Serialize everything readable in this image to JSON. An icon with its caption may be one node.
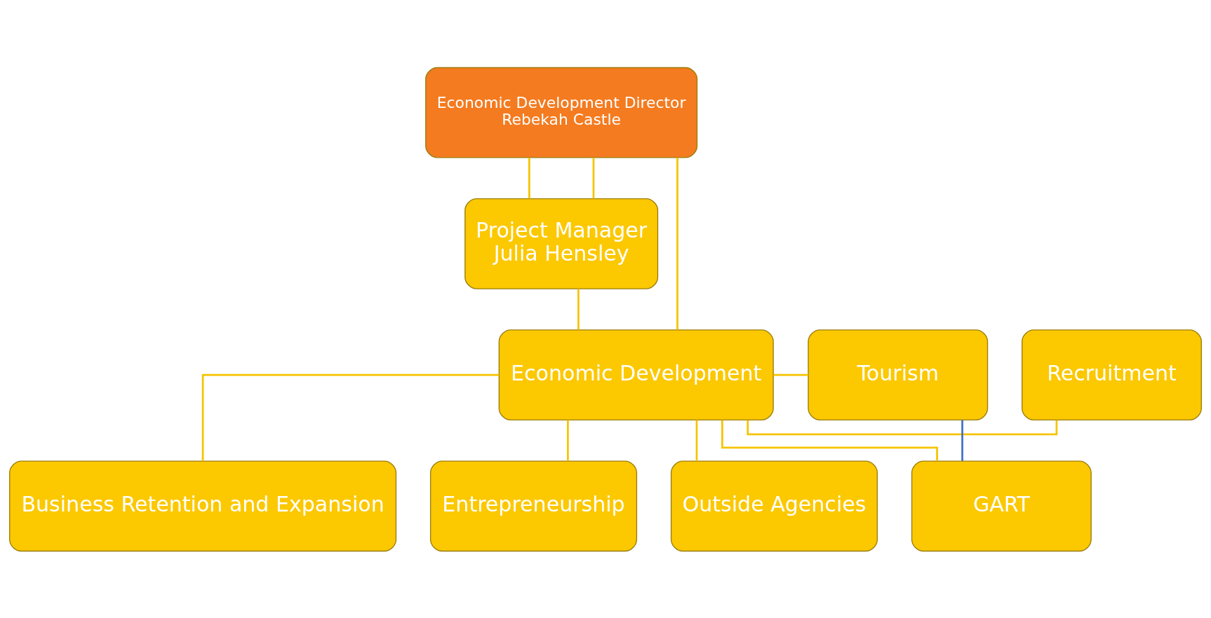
{
  "diagram": {
    "nodes": [
      {
        "text": [
          "Economic Development Director",
          "Rebekah Castle"
        ]
      },
      {
        "text": [
          "Project Manager",
          "Julia Hensley"
        ]
      },
      {
        "text": [
          "Recruitment"
        ]
      },
      {
        "text": [
          "Economic Development"
        ]
      },
      {
        "text": [
          "Tourism"
        ]
      },
      {
        "text": [
          "Business Retention and Expansion"
        ]
      },
      {
        "text": [
          "Entrepreneurship"
        ]
      },
      {
        "text": [
          "Outside Agencies"
        ]
      },
      {
        "text": [
          "GART"
        ]
      }
    ],
    "edges": [
      {
        "from": 0,
        "to": 1,
        "arrow": "none"
      },
      {
        "from": 0,
        "to": 1,
        "arrow": "none"
      },
      {
        "from": 0,
        "to": 3,
        "arrow": "none"
      },
      {
        "from": 1,
        "to": 3,
        "arrow": "none"
      },
      {
        "from": 3,
        "to": 2,
        "arrow": "none"
      },
      {
        "from": 3,
        "to": 4,
        "arrow": "none"
      },
      {
        "from": 3,
        "to": 5,
        "arrow": "none"
      },
      {
        "from": 3,
        "to": 6,
        "arrow": "none"
      },
      {
        "from": 3,
        "to": 7,
        "arrow": "none"
      },
      {
        "from": 3,
        "to": 8,
        "arrow": "none"
      },
      {
        "from": 4,
        "to": 8,
        "arrow": "none",
        "color": "#4472c4"
      }
    ]
  }
}
